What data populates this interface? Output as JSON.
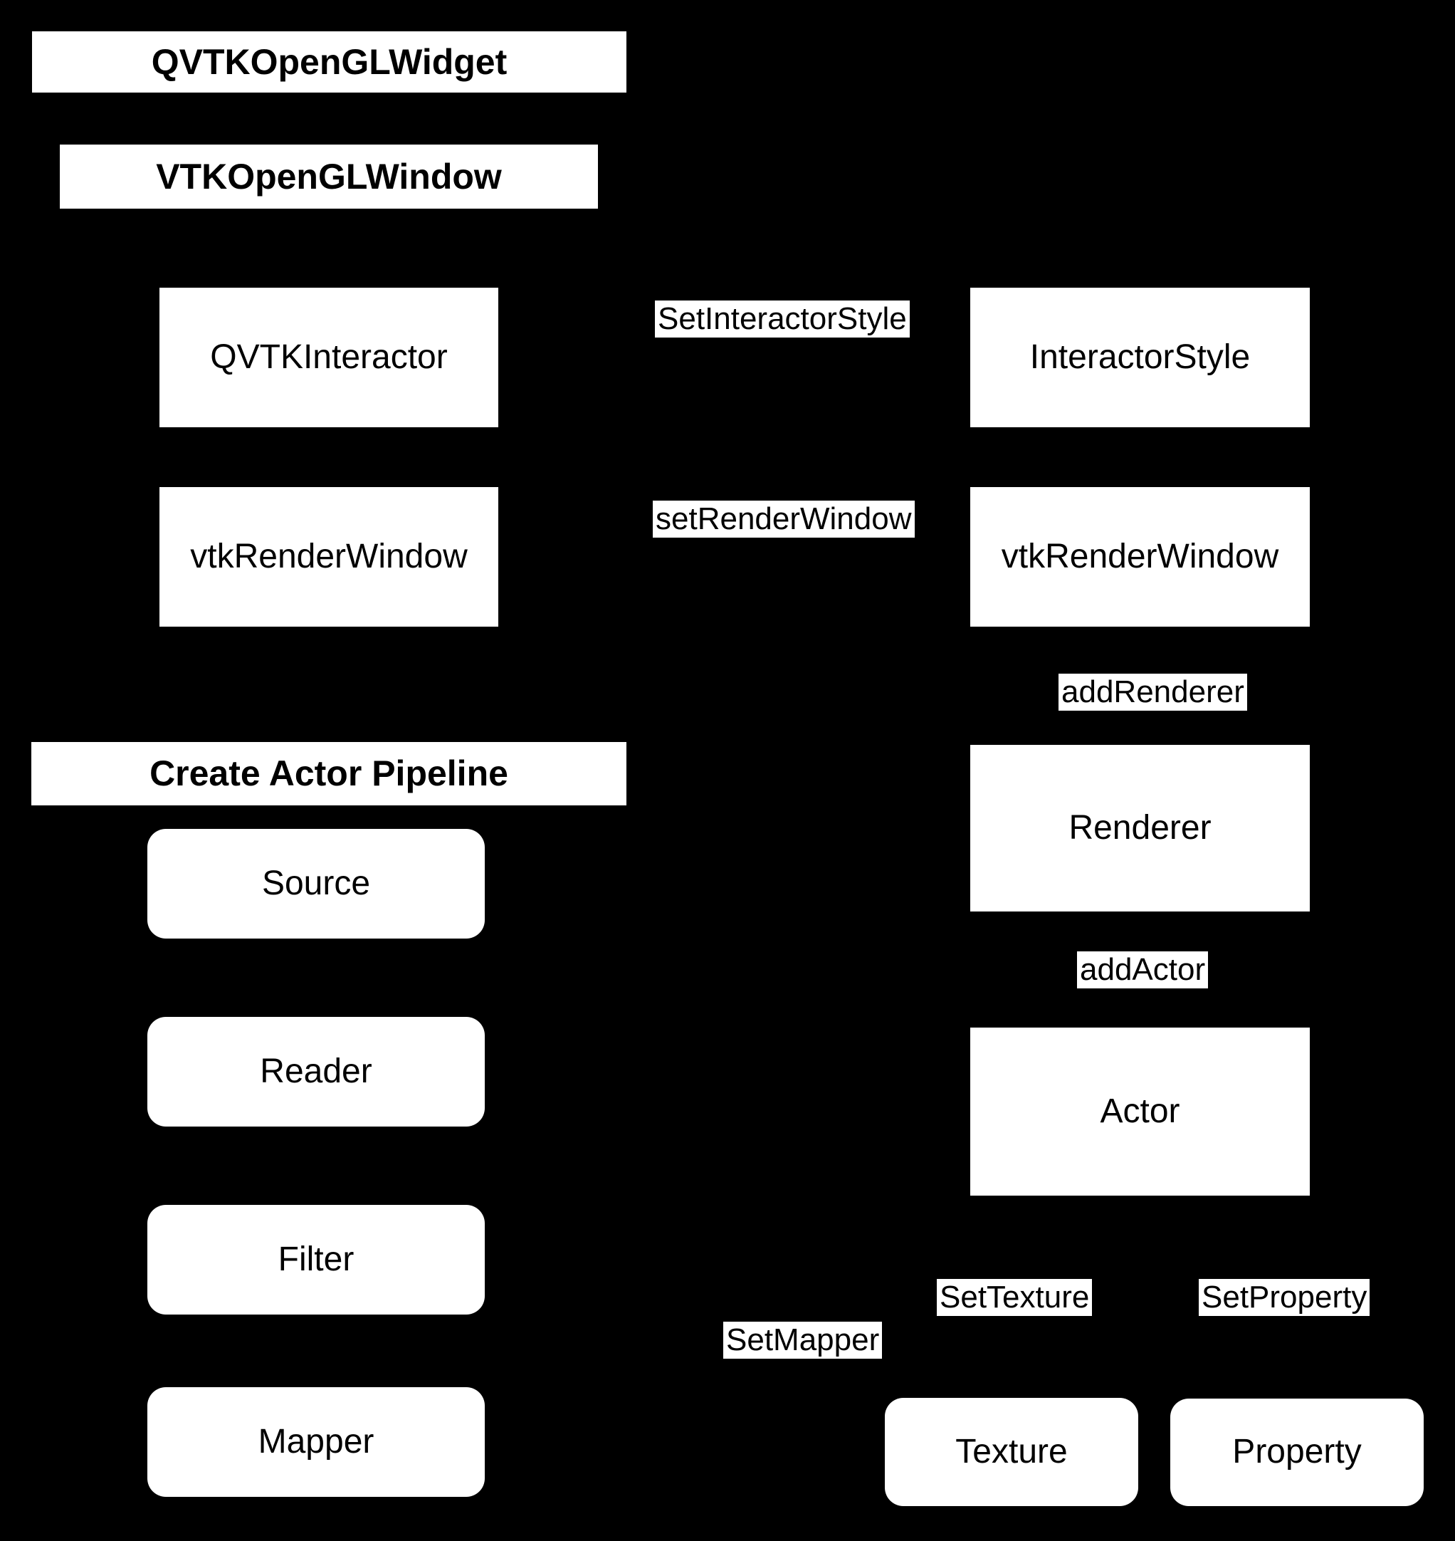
{
  "colors": {
    "background": "#000000",
    "box_fill": "#ffffff",
    "text": "#000000"
  },
  "headers": {
    "qvtk_opengl_widget": "QVTKOpenGLWidget",
    "vtk_opengl_window": "VTKOpenGLWindow",
    "create_actor_pipeline": "Create Actor Pipeline"
  },
  "class_boxes": {
    "qvtk_interactor": "QVTKInteractor",
    "vtk_render_window_left": "vtkRenderWindow",
    "interactor_style": "InteractorStyle",
    "vtk_render_window_right": "vtkRenderWindow",
    "renderer": "Renderer",
    "actor": "Actor"
  },
  "pipeline_boxes": {
    "source": "Source",
    "reader": "Reader",
    "filter": "Filter",
    "mapper": "Mapper",
    "texture": "Texture",
    "property": "Property"
  },
  "method_labels": {
    "set_interactor_style": "SetInteractorStyle",
    "set_render_window": "setRenderWindow",
    "add_renderer": "addRenderer",
    "add_actor": "addActor",
    "set_mapper": "SetMapper",
    "set_texture": "SetTexture",
    "set_property": "SetProperty"
  }
}
